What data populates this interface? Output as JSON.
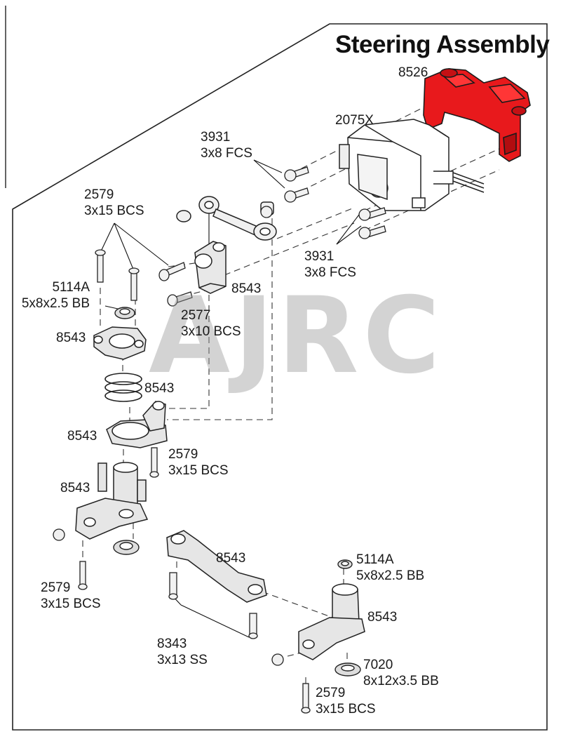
{
  "title": "Steering Assembly",
  "watermark": "AJRC",
  "highlight_color": "#e8191c",
  "callouts": {
    "p8526": {
      "part": "8526"
    },
    "p2075x": {
      "part": "2075X"
    },
    "p3931a": {
      "part": "3931",
      "spec": "3x8 FCS"
    },
    "p3931b": {
      "part": "3931",
      "spec": "3x8 FCS"
    },
    "p2579a": {
      "part": "2579",
      "spec": "3x15 BCS"
    },
    "p5114a_a": {
      "part": "5114A",
      "spec": "5x8x2.5 BB"
    },
    "p8543a": {
      "part": "8543"
    },
    "p2577": {
      "part": "2577",
      "spec": "3x10 BCS"
    },
    "p8543b": {
      "part": "8543"
    },
    "p8543c": {
      "part": "8543"
    },
    "p8543d": {
      "part": "8543"
    },
    "p2579b": {
      "part": "2579",
      "spec": "3x15 BCS"
    },
    "p8543e": {
      "part": "8543"
    },
    "p8543f": {
      "part": "8543"
    },
    "p5114a_b": {
      "part": "5114A",
      "spec": "5x8x2.5 BB"
    },
    "p2579c": {
      "part": "2579",
      "spec": "3x15 BCS"
    },
    "p8543g": {
      "part": "8543"
    },
    "p8343": {
      "part": "8343",
      "spec": "3x13 SS"
    },
    "p7020": {
      "part": "7020",
      "spec": "8x12x3.5 BB"
    },
    "p2579d": {
      "part": "2579",
      "spec": "3x15 BCS"
    }
  }
}
